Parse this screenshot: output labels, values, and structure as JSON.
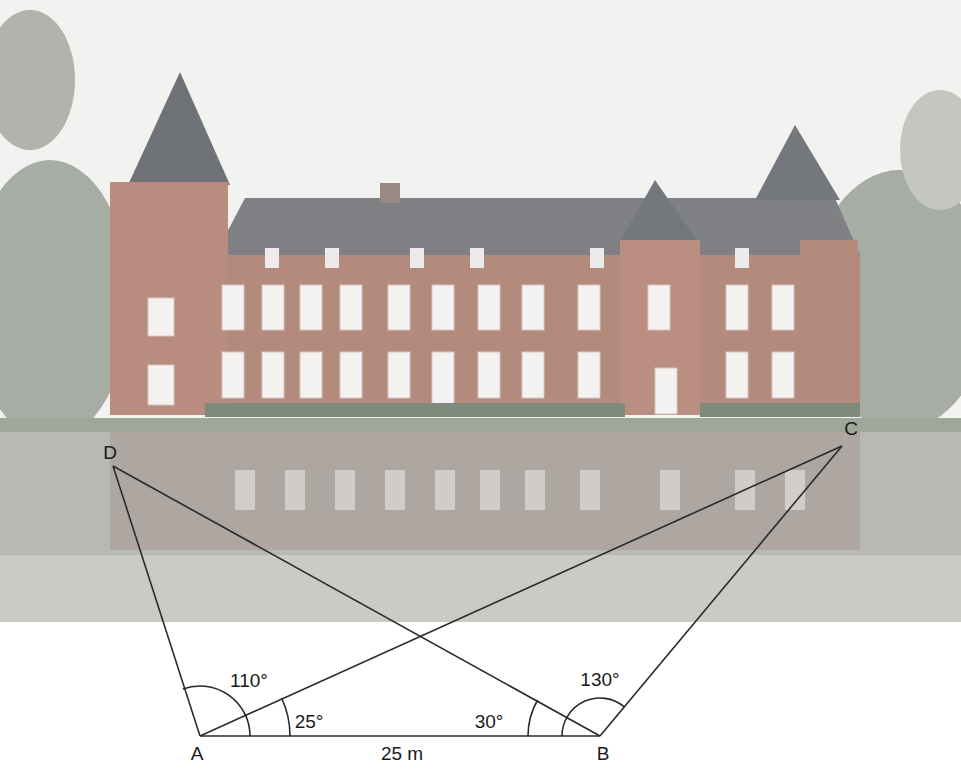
{
  "diagram": {
    "labels": [
      "D",
      "C",
      "110°",
      "130°",
      "25°",
      "30°",
      "A",
      "25 m",
      "B"
    ]
  }
}
